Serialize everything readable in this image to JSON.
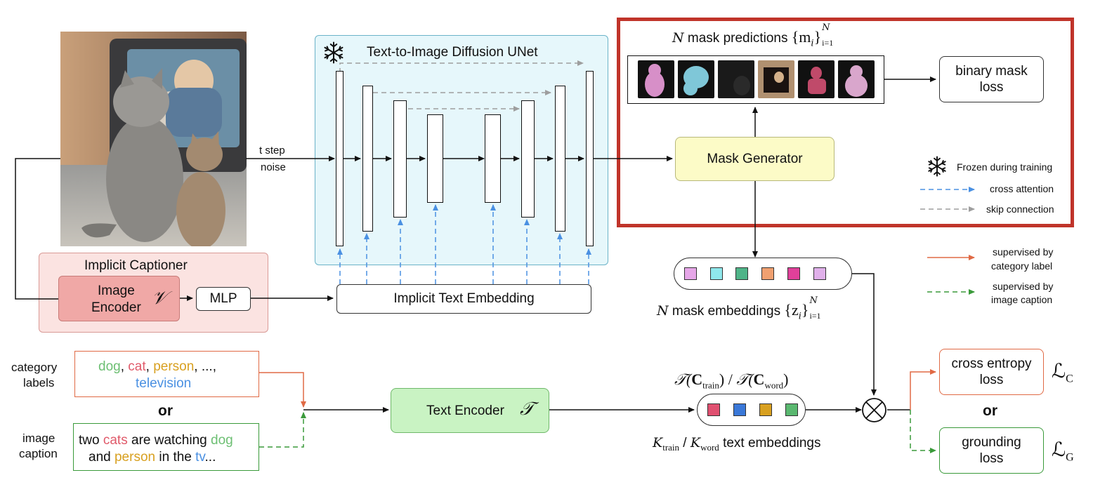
{
  "photo": {
    "alt": ""
  },
  "unet": {
    "title": "Text-to-Image Diffusion UNet"
  },
  "input": {
    "line1": "t step",
    "line2": "noise"
  },
  "captioner": {
    "title": "Implicit Captioner",
    "encoder_line1": "Image",
    "encoder_line2": "Encoder",
    "encoder_symbol": "𝒱",
    "mlp": "MLP"
  },
  "implicit_embedding": "Implicit Text Embedding",
  "mask_predictions": {
    "label_pre": "N",
    "label_text": "mask predictions",
    "label_math": "{m",
    "math_sub": "i",
    "math_sup": "N",
    "math_sub2": "i=1",
    "thumb_colors": [
      "#d78fc8",
      "#7fc7d8",
      "#1a1a1a",
      "#3a2a1a",
      "#c04a6a",
      "#d9a6cc"
    ]
  },
  "mask_generator": "Mask Generator",
  "binary_loss": {
    "line1": "binary mask",
    "line2": "loss"
  },
  "legend": {
    "frozen": "Frozen during training",
    "cross": "cross attention",
    "skip": "skip connection",
    "sup_cat_1": "supervised by",
    "sup_cat_2": "category label",
    "sup_cap_1": "supervised by",
    "sup_cap_2": "image caption",
    "colors": {
      "cross": "#4a90e2",
      "skip": "#9e9e9e",
      "cat": "#e06a45",
      "cap": "#3a9a3a"
    }
  },
  "mask_embeddings": {
    "label_pre": "N",
    "label_text": "mask embeddings",
    "label_math": "{z",
    "math_sub": "i",
    "math_sup": "N",
    "math_sub2": "i=1",
    "chips": [
      "#e6a6e8",
      "#8fe8ec",
      "#4fb488",
      "#f0a070",
      "#e0409a",
      "#e0b0ea"
    ]
  },
  "category": {
    "side1": "category",
    "side2": "labels",
    "dog": "dog",
    "sep1": ", ",
    "cat": "cat",
    "sep2": ", ",
    "person": "person",
    "rest": ", ...,",
    "television": "television"
  },
  "or_left": "or",
  "caption": {
    "side1": "image",
    "side2": "caption",
    "w1": "two ",
    "cats": "cats",
    "w2": " are watching ",
    "dog": "dog",
    "w3": "and ",
    "person": "person",
    "w4": " in the ",
    "tv": "tv",
    "w5": "..."
  },
  "text_encoder": {
    "label": "Text Encoder",
    "symbol": "𝒯"
  },
  "text_embeddings": {
    "top_a": "𝒯(",
    "top_a2": "C",
    "top_a3": "train",
    "top_a4": ")",
    "top_sep": " / ",
    "top_b": "𝒯(",
    "top_b2": "C",
    "top_b3": "word",
    "top_b4": ")",
    "bot_k1": "K",
    "bot_k1s": "train",
    "bot_sep": " / ",
    "bot_k2": "K",
    "bot_k2s": "word",
    "bot_text": " text embeddings",
    "chips": [
      "#e05070",
      "#3a78d8",
      "#d8a020",
      "#5ab870"
    ]
  },
  "ce_loss": {
    "line1": "cross entropy",
    "line2": "loss",
    "symbol": "ℒ",
    "sub": "C"
  },
  "or_right": "or",
  "grounding_loss": {
    "line1": "grounding",
    "line2": "loss",
    "symbol": "ℒ",
    "sub": "G"
  },
  "word_colors": {
    "dog": "#6dbf73",
    "cat": "#e05a6a",
    "person": "#d8a020",
    "tv": "#4a90e2"
  }
}
